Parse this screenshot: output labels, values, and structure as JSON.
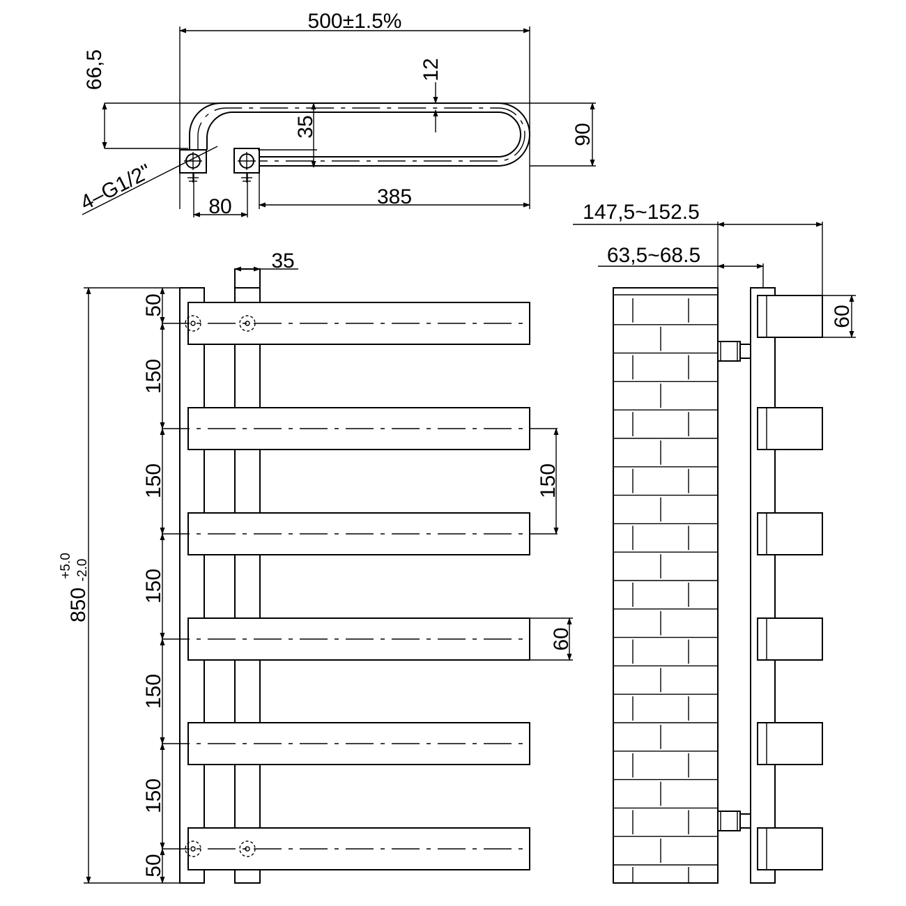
{
  "dims": {
    "width_total": "500±1.5%",
    "depth_66": "66,5",
    "tube_12": "12",
    "depth_35": "35",
    "depth_90": "90",
    "thread": "4–G1/2\"",
    "pitch_80": "80",
    "span_385": "385",
    "bar_35": "35",
    "first_50": "50",
    "gap_150_1": "150",
    "gap_150_2": "150",
    "gap_150_3": "150",
    "gap_150_4": "150",
    "gap_150_5": "150",
    "last_50": "50",
    "height_main": "850",
    "height_tol_plus": "+5.0",
    "height_tol_minus": "-2.0",
    "right_150": "150",
    "bar_60": "60",
    "side_147": "147,5~152.5",
    "side_63": "63,5~68.5",
    "side_60": "60"
  }
}
